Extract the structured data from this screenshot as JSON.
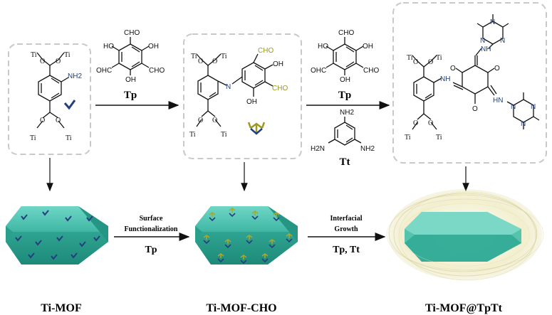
{
  "reagents": {
    "step1": {
      "cho1": "CHO",
      "ho1": "HO",
      "oh1": "OH",
      "ohc": "OHC",
      "cho2": "CHO",
      "oh2": "OH",
      "label": "Tp"
    },
    "step2": {
      "cho1": "CHO",
      "ho1": "HO",
      "oh1": "OH",
      "ohc": "OHC",
      "cho2": "CHO",
      "oh2": "OH",
      "label_tp": "Tp",
      "nh2_top": "NH2",
      "h2n": "H2N",
      "nh2_right": "NH2",
      "label_tt": "Tt"
    }
  },
  "structure_labels": {
    "ti": "Ti",
    "nh2": "NH2",
    "n": "N",
    "nh": "NH",
    "hn": "HN",
    "oh": "OH",
    "cho": "CHO",
    "o": "O"
  },
  "arrows": {
    "bottom1": {
      "top": "Surface",
      "mid": "Functionalization",
      "bottom": "Tp"
    },
    "bottom2": {
      "top": "Interfacial",
      "mid": "Growth",
      "bottom": "Tp, Tt"
    }
  },
  "products": {
    "p1": "Ti-MOF",
    "p2": "Ti-MOF-CHO",
    "p3": "Ti-MOF@TpTt"
  },
  "colors": {
    "crystal": "#3fb7a4",
    "amine": "#23407e",
    "aldehyde": "#9a9a20",
    "box": "#c9c9c9"
  }
}
